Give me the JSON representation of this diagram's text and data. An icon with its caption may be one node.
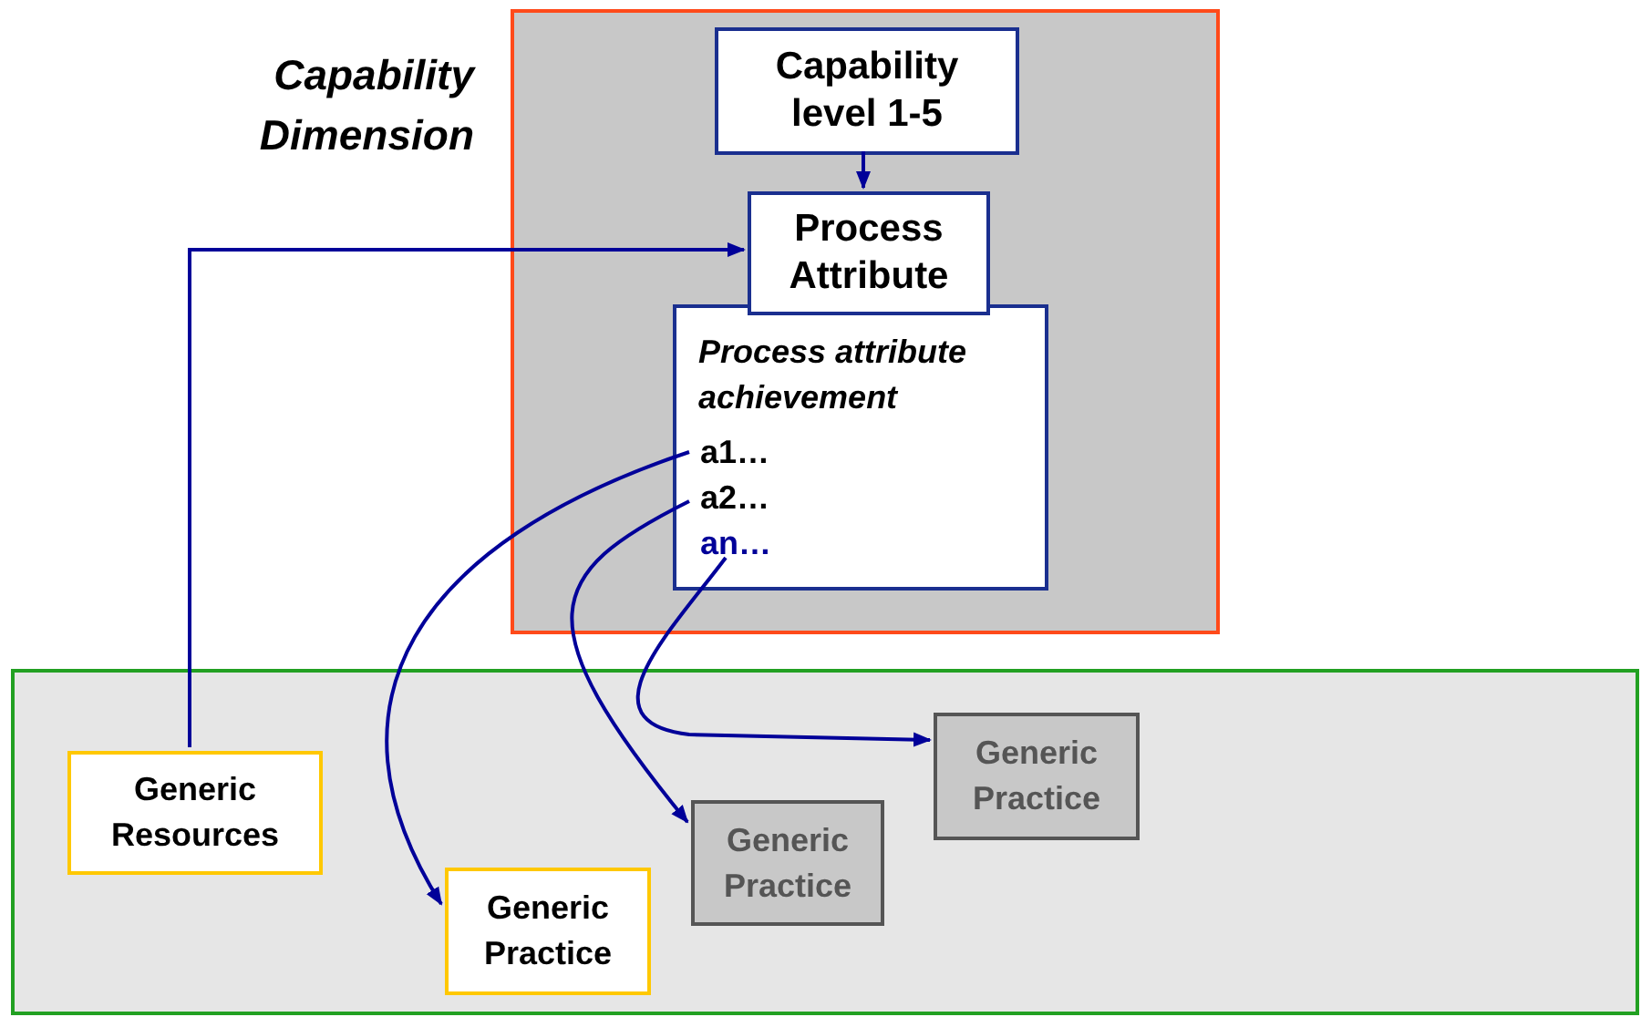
{
  "diagram": {
    "nodes": [
      {
        "text": [
          "Capability Dimension"
        ]
      },
      {
        "text": [
          "Capability level 1-5"
        ],
        "in": 0
      },
      {
        "text": [
          "Process Attribute"
        ],
        "in": 0
      },
      {
        "text": [
          "Process attribute achievement"
        ],
        "in": 0
      },
      {
        "text": [
          "a1…"
        ],
        "in": 3
      },
      {
        "text": [
          "a2…"
        ],
        "in": 3
      },
      {
        "text": [
          "an…"
        ],
        "in": 3
      },
      {
        "text": [],
        "shape": "box"
      },
      {
        "text": [
          "Generic Resources"
        ],
        "in": 7
      },
      {
        "text": [
          "Generic Practice"
        ],
        "in": 7
      },
      {
        "text": [
          "Generic Practice"
        ],
        "in": 7
      },
      {
        "text": [
          "Generic Practice"
        ],
        "in": 7
      }
    ],
    "edges": [
      {
        "from": 1,
        "to": 2,
        "arrow": "to"
      },
      {
        "from": 8,
        "to": 2,
        "arrow": "to"
      },
      {
        "from": 4,
        "to": 9,
        "arrow": "to"
      },
      {
        "from": 5,
        "to": 10,
        "arrow": "to"
      },
      {
        "from": 6,
        "to": 11,
        "arrow": "to"
      }
    ]
  }
}
